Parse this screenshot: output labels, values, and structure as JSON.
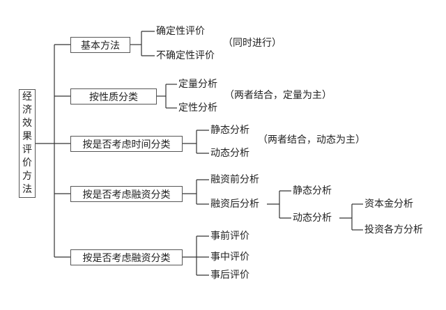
{
  "root": {
    "chars": [
      "经",
      "济",
      "效",
      "果",
      "评",
      "价",
      "方",
      "法"
    ]
  },
  "categories": [
    {
      "label": "基本方法",
      "items": [
        "确定性评价",
        "不确定性评价"
      ],
      "note": "（同时进行）"
    },
    {
      "label": "按性质分类",
      "items": [
        "定量分析",
        "定性分析"
      ],
      "note": "（两者结合，定量为主）"
    },
    {
      "label": "按是否考虑时间分类",
      "items": [
        "静态分析",
        "动态分析"
      ],
      "note": "（两者结合，动态为主）"
    },
    {
      "label": "按是否考虑融资分类",
      "items": [
        "融资前分析",
        "融资后分析"
      ],
      "sub": {
        "items": [
          "静态分析",
          "动态分析"
        ],
        "sub": {
          "items": [
            "资本金分析",
            "投资各方分析"
          ]
        }
      }
    },
    {
      "label": "按是否考虑融资分类",
      "items": [
        "事前评价",
        "事中评价",
        "事后评价"
      ]
    }
  ]
}
